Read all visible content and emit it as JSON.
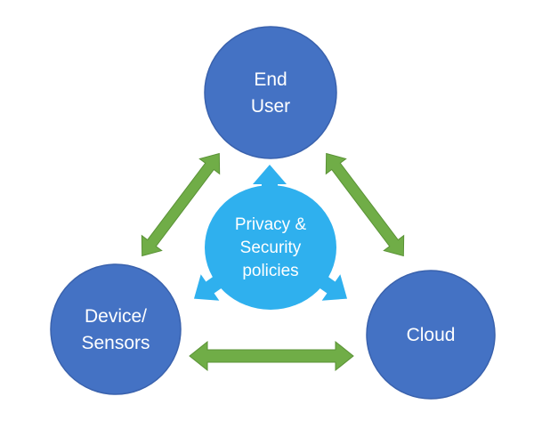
{
  "nodes": {
    "end_user": {
      "line1": "End",
      "line2": "User"
    },
    "device": {
      "line1": "Device/",
      "line2": "Sensors"
    },
    "cloud": {
      "label": "Cloud"
    }
  },
  "center": {
    "line1": "Privacy &",
    "line2": "Security",
    "line3": "policies"
  },
  "colors": {
    "node_fill": "#4472c4",
    "node_stroke": "#3a62ad",
    "center_fill": "#2fb0ee",
    "arrow_fill": "#70ad47",
    "arrow_stroke": "#5a9236"
  }
}
